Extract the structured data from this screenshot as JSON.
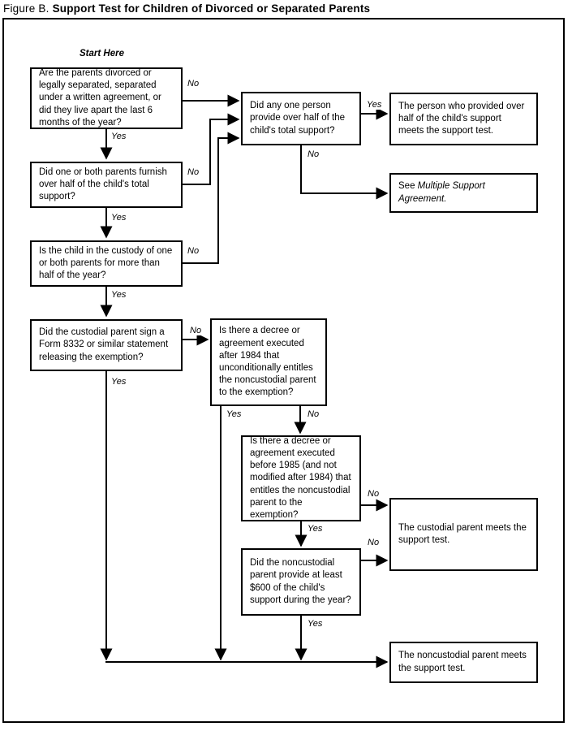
{
  "title": {
    "figure_label": "Figure B.",
    "main": "Support Test for Children of Divorced or Separated Parents"
  },
  "start_here": "Start Here",
  "edge_labels": {
    "yes": "Yes",
    "no": "No"
  },
  "nodes": {
    "q_divorced": "Are the parents divorced or legally separated, separated under a written agreement, or did they live apart the last 6 months of the year?",
    "q_half_support": "Did one or both parents furnish over half of the child's total support?",
    "q_custody": "Is the child in the custody of one or both parents for more than half of the year?",
    "q_form8332": "Did the custodial parent sign a Form 8332 or similar statement releasing the exemption?",
    "q_any_one_person": "Did any one person provide over half of the child's total support?",
    "r_person_provided": "The person who provided over half of the child's support meets the support test.",
    "r_see_multiple_prefix": "See ",
    "r_see_multiple_italic": "Multiple Support Agreement.",
    "q_decree_after_1984": "Is there a decree or agreement executed after 1984 that unconditionally entitles the noncustodial parent to the exemption?",
    "q_decree_before_1985": "Is there a decree or agreement executed before 1985 (and not modified after 1984) that entitles the noncustodial parent to the exemption?",
    "q_600_support": "Did the noncustodial parent provide at least $600 of the child's support during the year?",
    "r_custodial": "The custodial parent meets the support test.",
    "r_noncustodial": "The noncustodial parent meets the support test."
  }
}
